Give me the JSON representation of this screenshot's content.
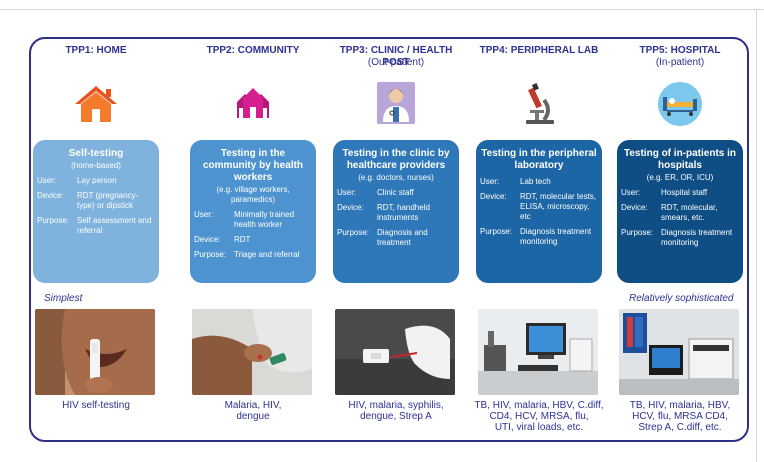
{
  "columns": [
    {
      "title": "TPP1: HOME",
      "subtitle": "",
      "icon": "house-icon",
      "card": {
        "heading": "Self-testing",
        "sub": "(home-based)",
        "rows": [
          {
            "k": "User:",
            "v": "Lay person"
          },
          {
            "k": "Device:",
            "v": "RDT (pregnancy-type) or dipstick"
          },
          {
            "k": "Purpose:",
            "v": "Self assessment and referral"
          }
        ],
        "color": "#7fb2dc"
      },
      "photo": "person-with-self-test",
      "caption_lines": [
        "HIV self-testing"
      ]
    },
    {
      "title": "TPP2: COMMUNITY",
      "subtitle": "",
      "icon": "community-houses-icon",
      "card": {
        "heading": "Testing in the community by health workers",
        "sub": "(e.g. village workers, paramedics)",
        "rows": [
          {
            "k": "User:",
            "v": "Minimally trained health worker"
          },
          {
            "k": "Device:",
            "v": "RDT"
          },
          {
            "k": "Purpose:",
            "v": "Triage and referral"
          }
        ],
        "color": "#4d93cf"
      },
      "photo": "finger-prick-blood-sample",
      "caption_lines": [
        "Malaria, HIV,",
        "dengue"
      ]
    },
    {
      "title": "TPP3: CLINIC / HEALTH POST",
      "subtitle": "(Out-patient)",
      "icon": "doctor-icon",
      "card": {
        "heading": "Testing in the clinic by healthcare providers",
        "sub": "(e.g. doctors, nurses)",
        "rows": [
          {
            "k": "User:",
            "v": "Clinic staff"
          },
          {
            "k": "Device:",
            "v": "RDT, handheld instruments"
          },
          {
            "k": "Purpose:",
            "v": "Diagnosis and treatment"
          }
        ],
        "color": "#2e77b8"
      },
      "photo": "gloved-hand-rdt-cassette",
      "caption_lines": [
        "HIV, malaria, syphilis,",
        "dengue, Strep A"
      ]
    },
    {
      "title": "TPP4: PERIPHERAL LAB",
      "subtitle": "",
      "icon": "microscope-icon",
      "card": {
        "heading": "Testing in the peripheral laboratory",
        "sub": "",
        "rows": [
          {
            "k": "User:",
            "v": "Lab tech"
          },
          {
            "k": "Device:",
            "v": "RDT, molecular tests, ELISA, microscopy, etc"
          },
          {
            "k": "Purpose:",
            "v": "Diagnosis treatment monitoring"
          }
        ],
        "color": "#1c66a6"
      },
      "photo": "lab-bench-computer-microscope",
      "caption_lines": [
        "TB, HIV, malaria, HBV, C.diff,",
        "CD4, HCV, MRSA, flu,",
        "UTI, viral loads, etc."
      ]
    },
    {
      "title": "TPP5: HOSPITAL",
      "subtitle": "(In-patient)",
      "icon": "hospital-bed-icon",
      "card": {
        "heading": "Testing of in-patients in hospitals",
        "sub": "(e.g. ER, OR, ICU)",
        "rows": [
          {
            "k": "User:",
            "v": "Hospital staff"
          },
          {
            "k": "Device:",
            "v": "RDT, molecular, smears, etc."
          },
          {
            "k": "Purpose:",
            "v": "Diagnosis treatment monitoring"
          }
        ],
        "color": "#0e4e84"
      },
      "photo": "hospital-analyzer-instruments",
      "caption_lines": [
        "TB, HIV, malaria, HBV,",
        "HCV, flu, MRSA CD4,",
        "Strep A, C.diff, etc."
      ]
    }
  ],
  "notes": {
    "left": "Simplest",
    "right": "Relatively sophisticated"
  }
}
